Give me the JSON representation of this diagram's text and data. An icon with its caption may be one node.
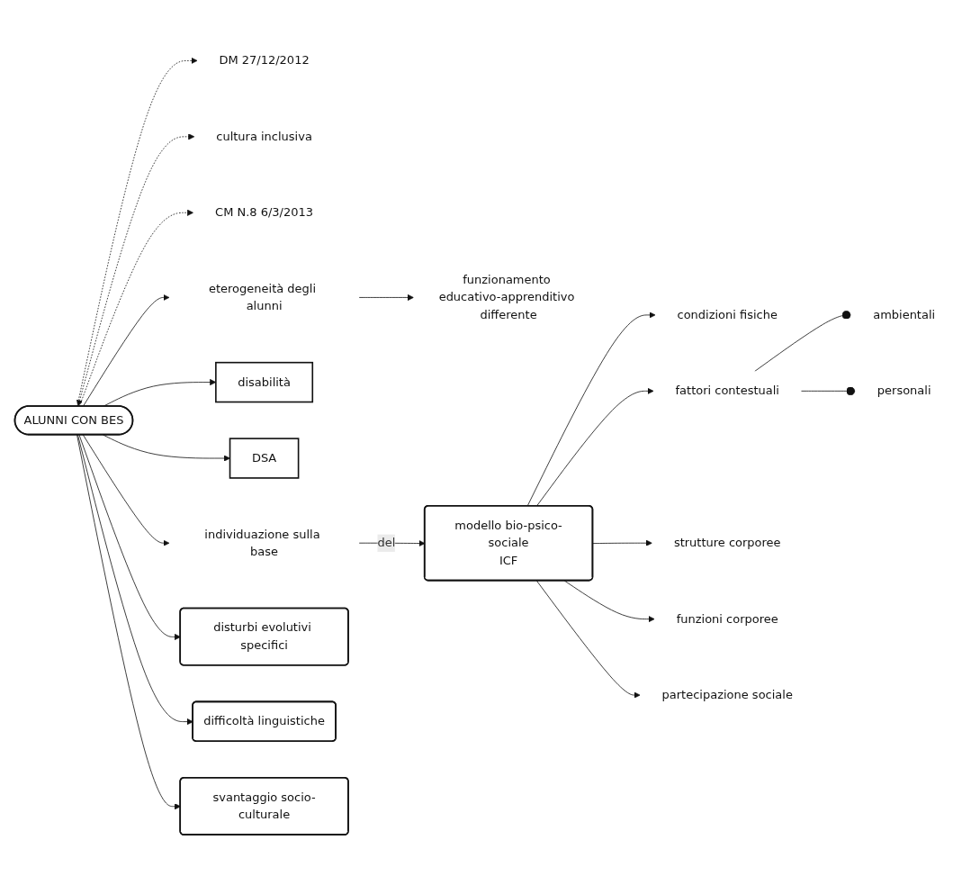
{
  "diagram": {
    "nodes": [
      {
        "text": [
          "ALUNNI CON BES"
        ]
      },
      {
        "text": [
          "DM 27/12/2012"
        ]
      },
      {
        "text": [
          "cultura inclusiva"
        ]
      },
      {
        "text": [
          "CM N.8 6/3/2013"
        ]
      },
      {
        "text": [
          "eterogeneità degli alunni"
        ]
      },
      {
        "text": [
          "funzionamento educativo-apprenditivo differente"
        ]
      },
      {
        "text": [
          "disabilità"
        ]
      },
      {
        "text": [
          "DSA"
        ]
      },
      {
        "text": [
          "individuazione sulla base"
        ]
      },
      {
        "text": [
          "disturbi evolutivi specifici"
        ]
      },
      {
        "text": [
          "difficoltà linguistiche"
        ]
      },
      {
        "text": [
          "modello bio-psico-sociale",
          "ICF"
        ]
      },
      {
        "text": [
          "svantaggio socio-culturale"
        ]
      },
      {
        "text": [
          "condizioni fisiche"
        ]
      },
      {
        "text": [
          "fattori contestuali"
        ]
      },
      {
        "text": [
          "ambientali"
        ]
      },
      {
        "text": [
          "personali"
        ]
      },
      {
        "text": [
          "strutture corporee"
        ]
      },
      {
        "text": [
          "funzioni corporee"
        ]
      },
      {
        "text": [
          "partecipazione sociale"
        ]
      }
    ],
    "edges": [
      {
        "from": 0,
        "to": 1,
        "arrow": "to",
        "style": "dashed"
      },
      {
        "from": 0,
        "to": 2,
        "arrow": "both",
        "style": "dashed"
      },
      {
        "from": 0,
        "to": 3,
        "arrow": "to",
        "style": "dashed"
      },
      {
        "from": 0,
        "to": 4,
        "arrow": "to"
      },
      {
        "from": 4,
        "to": 5,
        "arrow": "to"
      },
      {
        "from": 0,
        "to": 6,
        "arrow": "to"
      },
      {
        "from": 0,
        "to": 7,
        "arrow": "to"
      },
      {
        "from": 0,
        "to": 8,
        "arrow": "to"
      },
      {
        "from": 0,
        "to": 9,
        "arrow": "to"
      },
      {
        "from": 0,
        "to": 10,
        "arrow": "to"
      },
      {
        "from": 0,
        "to": 12,
        "arrow": "to"
      },
      {
        "from": 8,
        "to": 11,
        "label": "del",
        "arrow": "to"
      },
      {
        "from": 11,
        "to": 13,
        "arrow": "to"
      },
      {
        "from": 11,
        "to": 17,
        "arrow": "to"
      },
      {
        "from": 11,
        "to": 18,
        "arrow": "to"
      },
      {
        "from": 11,
        "to": 19,
        "arrow": "to"
      },
      {
        "from": 11,
        "to": 14,
        "arrow": "to"
      },
      {
        "from": 14,
        "to": 15,
        "arrow": "other"
      },
      {
        "from": 14,
        "to": 16,
        "arrow": "other"
      }
    ]
  }
}
